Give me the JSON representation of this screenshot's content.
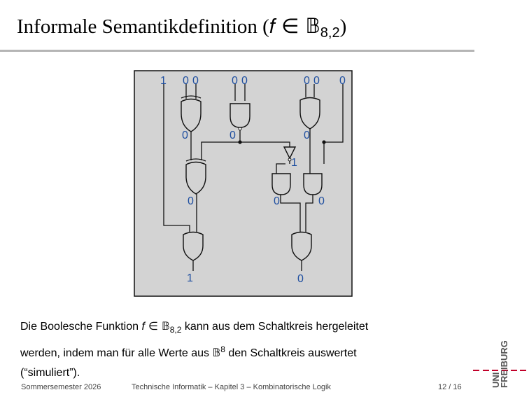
{
  "slide": {
    "title_prefix": "Informale Semantikdefinition (",
    "title_f": "f",
    "title_in": " ∈ 𝔹",
    "title_sub": "8,2",
    "title_suffix": ")"
  },
  "circuit": {
    "inputs": [
      "1",
      "0",
      "0",
      "0",
      "0",
      "0",
      "0",
      "0"
    ],
    "intermediate": {
      "xnor_out": "0",
      "nand_out": "0",
      "or_top_out": "0",
      "inverter_out": "1",
      "xnor2_out": "0",
      "and_left_out": "0",
      "and_right_out": "0"
    },
    "outputs": [
      "1",
      "0"
    ]
  },
  "description": {
    "part1": "Die Boolesche Funktion ",
    "f": "f",
    "in": " ∈ 𝔹",
    "sub": "8,2",
    "part2": " kann aus dem Schaltkreis hergeleitet",
    "line2a": "werden, indem man für alle Werte aus 𝔹",
    "sup": "8",
    "line2b": " den Schaltkreis auswertet",
    "line3": "(“simuliert”)."
  },
  "footer": {
    "semester": "Sommersemester 2026",
    "course": "Technische Informatik – Kapitel 3 – Kombinatorische Logik",
    "page": "12 / 16"
  },
  "logo": {
    "text_uni": "UNI",
    "text_freiburg": "FREIBURG",
    "accent_color": "#c1002a"
  }
}
